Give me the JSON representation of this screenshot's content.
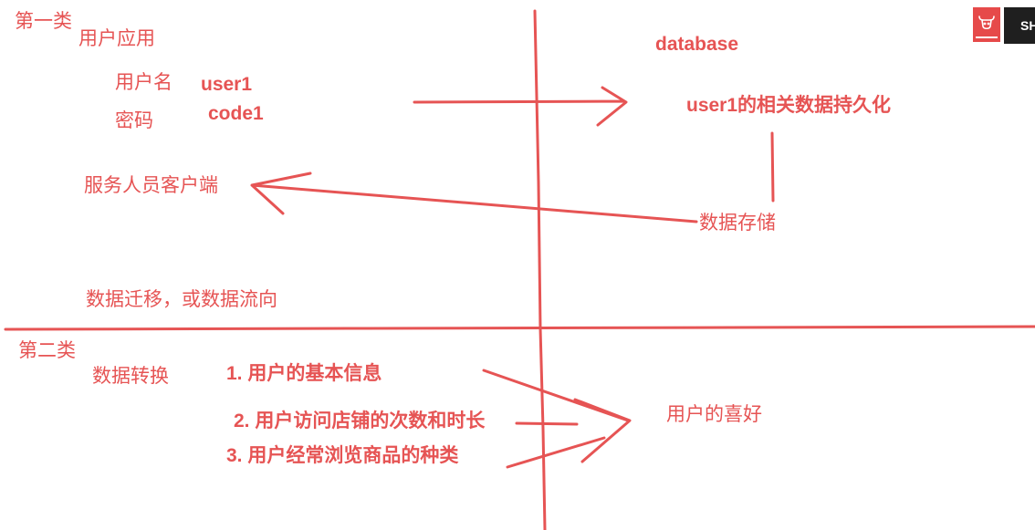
{
  "colors": {
    "ink": "#e65454",
    "badge": "#e64a4a",
    "button_bg": "#1f1f1f"
  },
  "section_one": {
    "title": "第一类",
    "app_label": "用户应用",
    "username_label": "用户名",
    "username_value": "user1",
    "password_label": "密码",
    "password_value": "code1",
    "database_label": "database",
    "persist_label": "user1的相关数据持久化",
    "client_label": "服务人员客户端",
    "storage_label": "数据存储",
    "migration_label": "数据迁移，或数据流向"
  },
  "section_two": {
    "title": "第二类",
    "transform_label": "数据转换",
    "items": [
      "1. 用户的基本信息",
      "2. 用户访问店铺的次数和时长",
      "3. 用户经常浏览商品的种类"
    ],
    "result_label": "用户的喜好"
  },
  "ui": {
    "badge_icon": "cow-icon",
    "button_label": "SH"
  }
}
